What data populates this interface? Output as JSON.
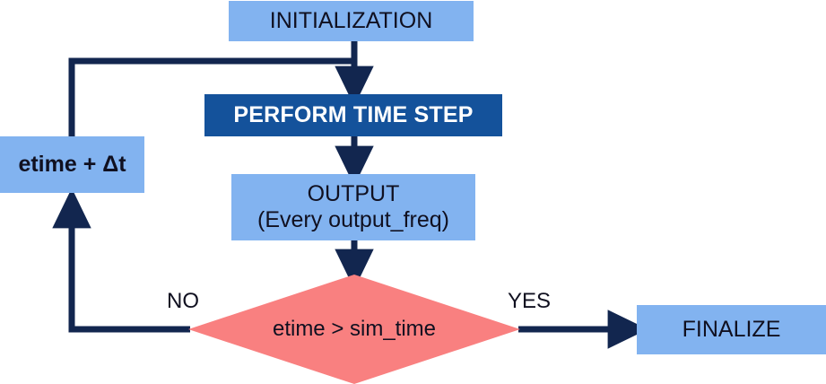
{
  "diagram": {
    "title": "Simulation time-stepping flowchart",
    "type": "flowchart",
    "colors": {
      "process_fill": "#82b3f0",
      "highlight_fill": "#14529b",
      "decision_fill": "#f98080",
      "connector": "#12264f",
      "text_dark": "#101020",
      "text_light": "#ffffff",
      "background": "#ffffff"
    },
    "nodes": {
      "initialization": {
        "label": "INITIALIZATION",
        "shape": "rectangle"
      },
      "perform_time_step": {
        "label": "PERFORM TIME STEP",
        "shape": "rectangle"
      },
      "output": {
        "shape": "rectangle",
        "line1": "OUTPUT",
        "line2": "(Every output_freq)"
      },
      "etime_increment": {
        "label": "etime + Δt",
        "shape": "rectangle"
      },
      "decision": {
        "label": "etime > sim_time",
        "shape": "diamond"
      },
      "finalize": {
        "label": "FINALIZE",
        "shape": "rectangle"
      }
    },
    "edge_labels": {
      "no": "NO",
      "yes": "YES"
    }
  }
}
